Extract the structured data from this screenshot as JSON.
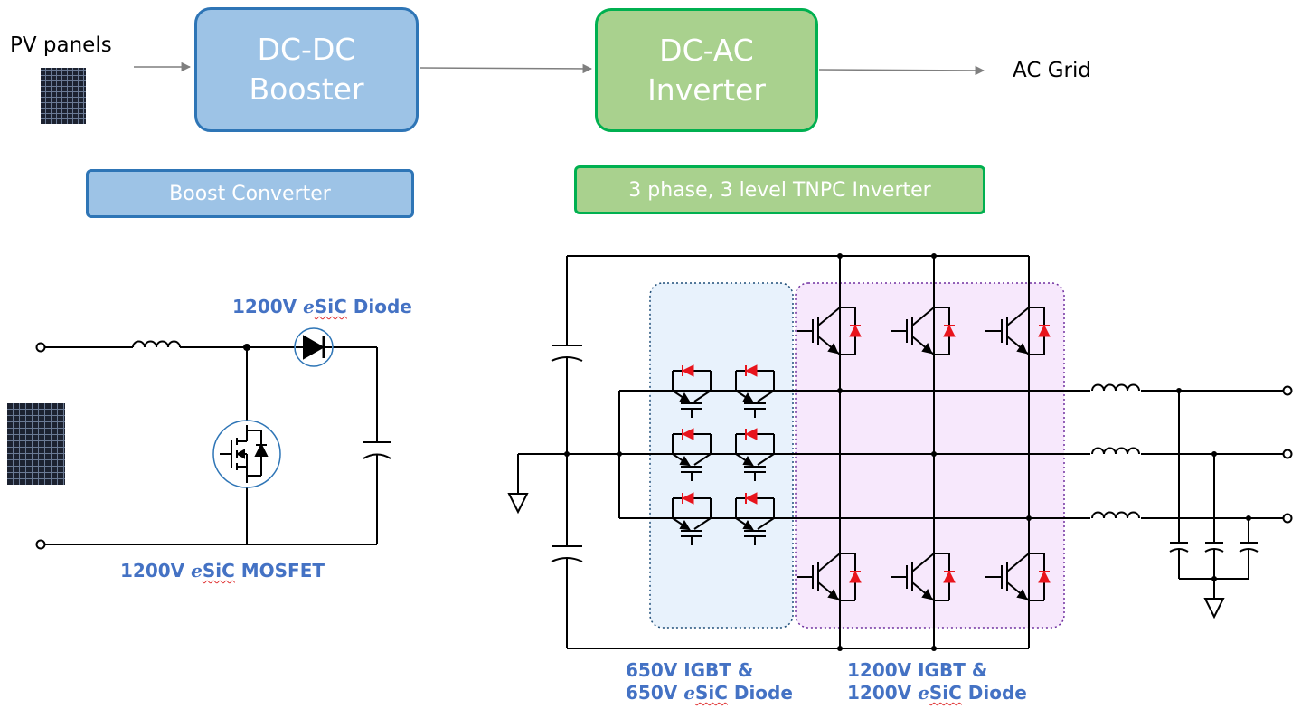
{
  "top": {
    "source_label": "PV panels",
    "booster": {
      "line1": "DC-DC",
      "line2": "Booster"
    },
    "inverter": {
      "line1": "DC-AC",
      "line2": "Inverter"
    },
    "grid_label": "AC Grid"
  },
  "tags": {
    "boost": "Boost Converter",
    "tnpc": "3 phase, 3 level TNPC Inverter"
  },
  "boost_circuit": {
    "diode_label": {
      "prefix": "1200V ",
      "e": "e",
      "sic": "SiC",
      "suffix": " Diode"
    },
    "mosfet_label": {
      "prefix": "1200V ",
      "e": "e",
      "sic": "SiC",
      "suffix": " MOSFET"
    }
  },
  "tnpc_circuit": {
    "left_group": {
      "line1": "650V IGBT &",
      "line2": {
        "prefix": "650V ",
        "e": "e",
        "sic": "SiC",
        "suffix": " Diode"
      }
    },
    "right_group": {
      "line1": "1200V IGBT &",
      "line2": {
        "prefix": "1200V ",
        "e": "e",
        "sic": "SiC",
        "suffix": " Diode"
      }
    }
  },
  "colors": {
    "blue_fill": "#9dc3e6",
    "blue_border": "#2e75b6",
    "green_fill": "#a9d18e",
    "green_border": "#00b050",
    "label_blue": "#4472c4",
    "diode_red": "#e8141c",
    "left_region": "#e8f2fc",
    "right_region": "#f7e8fc"
  }
}
